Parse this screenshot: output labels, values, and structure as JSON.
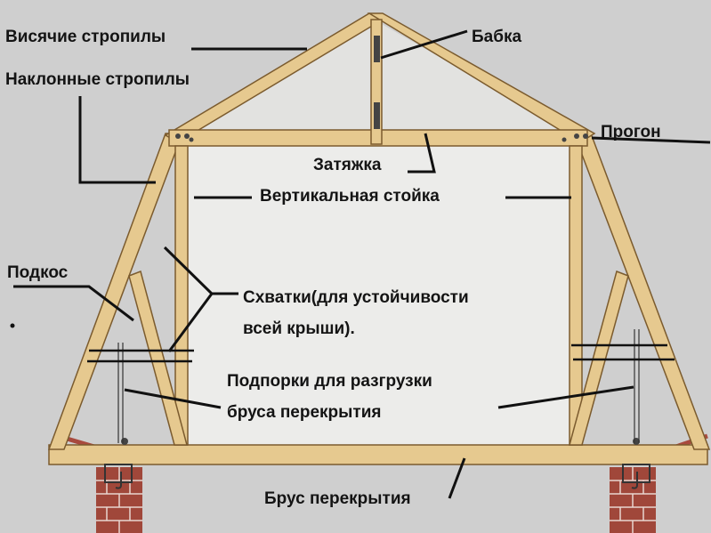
{
  "labels": {
    "hanging_rafters": "Висячие стропилы",
    "sloped_rafters": "Наклонные стропилы",
    "king_post": "Бабка",
    "purlin": "Прогон",
    "tie_beam": "Затяжка",
    "vertical_post": "Вертикальная стойка",
    "strut": "Подкос",
    "ties_line1": "Схватки(для устойчивости",
    "ties_line2": "всей крыши).",
    "props_line1": "Подпорки для разгрузки",
    "props_line2": "бруса перекрытия",
    "floor_beam": "Брус перекрытия"
  },
  "colors": {
    "background": "#cfcfcf",
    "wall": "#ececea",
    "timber": "#e6c98f",
    "timber_edge": "#7b5b2e",
    "brick": "#a0473a",
    "leader_line": "#111111"
  }
}
